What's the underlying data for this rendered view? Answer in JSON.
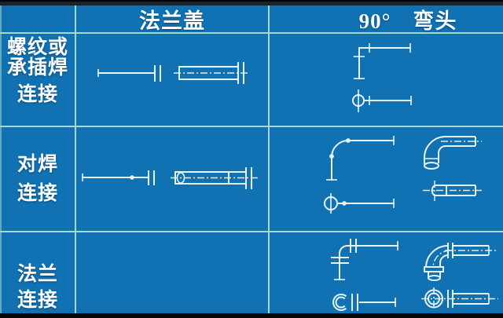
{
  "colors": {
    "background": "#1072b3",
    "grid_line": "#a6d8cd",
    "symbol_line": "#e9f4f7",
    "text": "#ffffff",
    "frame_top": "#17232d",
    "frame_bottom": "#050708"
  },
  "header": {
    "flange_cover": "法兰盖",
    "elbow_90": "90°　弯头"
  },
  "rows": [
    {
      "id": "threaded-or-socket-weld-connection",
      "label_lines": [
        "螺纹或",
        "承插焊",
        "连接"
      ],
      "flange_cover_symbols": [
        "single-line pipe with flange cover",
        "double-line pipe with flange cover"
      ],
      "elbow_symbols": [
        "single-line 90 elbow plan view",
        "single-line 90 elbow end view"
      ]
    },
    {
      "id": "butt-weld-connection",
      "label_lines": [
        "对焊",
        "连接"
      ],
      "flange_cover_symbols": [
        "single-line pipe with weld dot and flange cover",
        "double-line pipe with weld joint and flange cover"
      ],
      "elbow_symbols": [
        "single-line 90 elbow plan view with weld dots",
        "single-line 90 elbow end view with weld dot",
        "double-line 90 elbow",
        "double-line pipe end view"
      ]
    },
    {
      "id": "flange-connection",
      "label_lines": [
        "法兰",
        "连接"
      ],
      "flange_cover_symbols": [],
      "elbow_symbols": [
        "single-line flanged 90 elbow plan view",
        "single-line flanged 90 elbow end view",
        "double-line flanged 90 elbow",
        "double-line flanged pipe end view"
      ]
    }
  ]
}
